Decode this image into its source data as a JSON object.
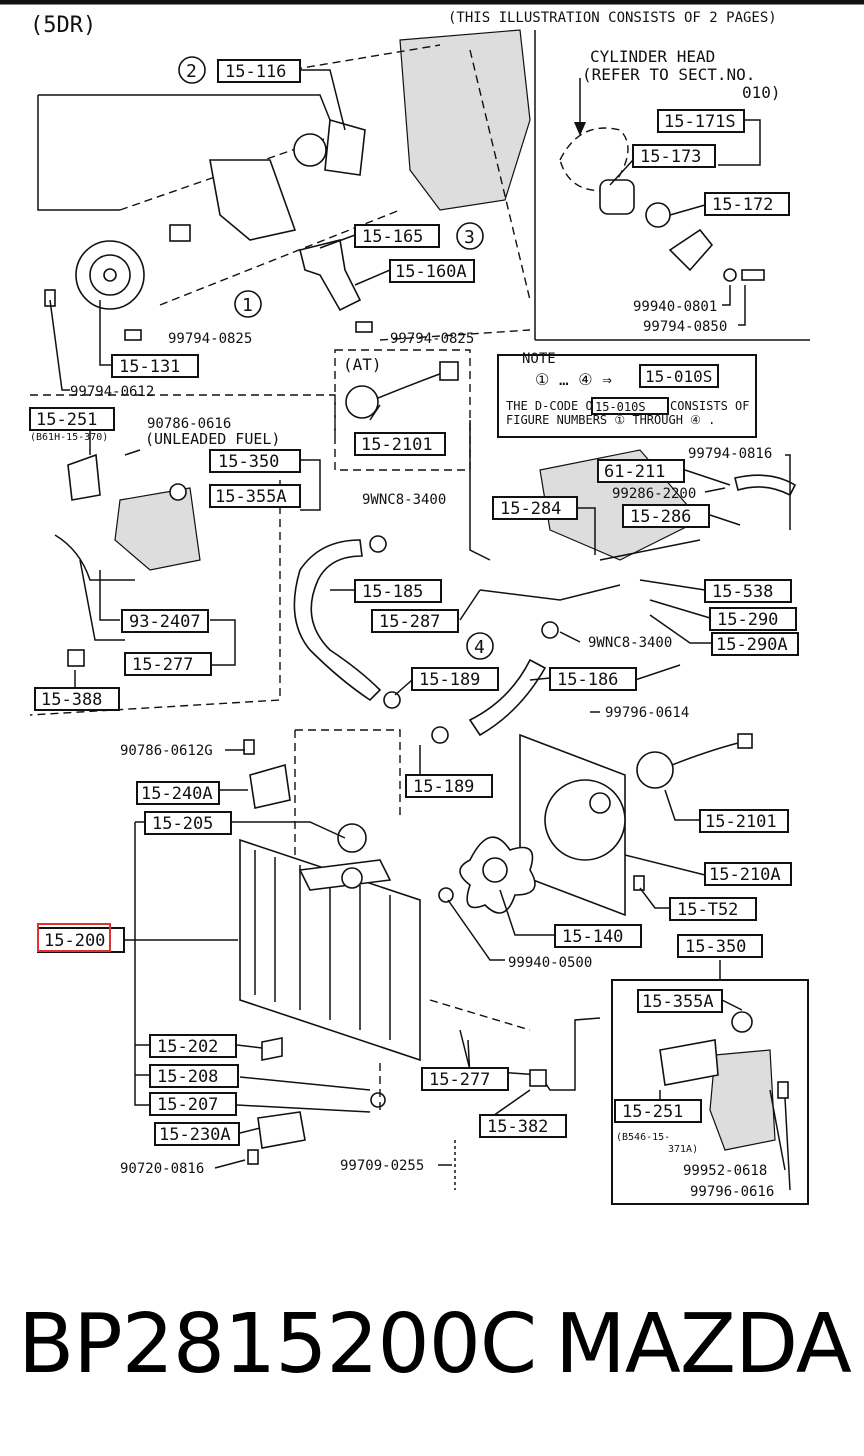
{
  "header": {
    "model_tag": "(5DR)",
    "illustration_note": "(THIS ILLUSTRATION CONSISTS OF  2 PAGES)"
  },
  "callouts": {
    "cylinder_head": [
      "CYLINDER HEAD",
      "(REFER TO SECT.NO.",
      "010)"
    ],
    "at_label": "(AT)",
    "unleaded_fuel": "(UNLEADED FUEL)",
    "note_title": "NOTE",
    "note_line1": "① … ④ ⇒",
    "note_ref": "15-010S",
    "note_line2": "THE D-CODE OF",
    "note_ref2": "15-010S",
    "note_line3": "CONSISTS OF",
    "note_line4": "FIGURE NUMBERS ① THROUGH ④ .",
    "circle_1": "1",
    "circle_2": "2",
    "circle_3": "3",
    "circle_4": "4"
  },
  "part_boxes": {
    "p15_116": "15-116",
    "p15_171s": "15-171S",
    "p15_173": "15-173",
    "p15_172": "15-172",
    "p15_165": "15-165",
    "p15_160a": "15-160A",
    "p15_131": "15-131",
    "p15_2101_top": "15-2101",
    "p15_251_top": "15-251",
    "p15_350_top": "15-350",
    "p15_355a_top": "15-355A",
    "p15_010s": "15-010S",
    "p61_211": "61-211",
    "p15_284": "15-284",
    "p15_286": "15-286",
    "p15_185": "15-185",
    "p15_287": "15-287",
    "p15_538": "15-538",
    "p15_290": "15-290",
    "p15_290a": "15-290A",
    "p93_2407": "93-2407",
    "p15_277_top": "15-277",
    "p15_189_a": "15-189",
    "p15_186": "15-186",
    "p15_388": "15-388",
    "p15_189_b": "15-189",
    "p15_240a": "15-240A",
    "p15_205": "15-205",
    "p15_2101_bot": "15-2101",
    "p15_210a": "15-210A",
    "p15_t52": "15-T52",
    "p15_140": "15-140",
    "p15_350_bot": "15-350",
    "p15_200": "15-200",
    "p15_355a_bot": "15-355A",
    "p15_202": "15-202",
    "p15_208": "15-208",
    "p15_277_bot": "15-277",
    "p15_207": "15-207",
    "p15_251_bot": "15-251",
    "p15_230a": "15-230A",
    "p15_382": "15-382"
  },
  "part_numbers": {
    "n99794_0825_a": "99794-0825",
    "n99794_0825_b": "99794-0825",
    "n99794_0612": "99794-0612",
    "n99940_0801": "99940-0801",
    "n99794_0850": "99794-0850",
    "n90786_0616": "90786-0616",
    "n861h": "(B61H-15-370)",
    "n9wnc8_3400_a": "9WNC8-3400",
    "n99794_0816": "99794-0816",
    "n99286_2200": "99286-2200",
    "n9wnc8_3400_b": "9WNC8-3400",
    "n99796_0614": "99796-0614",
    "n90786_0612": "90786-0612G",
    "n99940_0500": "99940-0500",
    "n8546": "(B546-15-",
    "n8546b": "371A)",
    "n99952_0618": "99952-0618",
    "n99796_0616": "99796-0616",
    "n90720_0816": "90720-0816",
    "n99709_0255": "99709-0255"
  },
  "footer": {
    "part_code": "BP2815200C",
    "brand": "MAZDA"
  },
  "colors": {
    "ink": "#111111",
    "highlight": "#e0322f",
    "background": "#ffffff"
  }
}
